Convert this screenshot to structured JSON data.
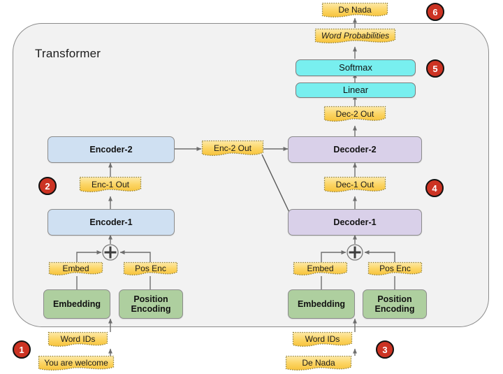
{
  "diagram": {
    "title": "Transformer",
    "container_fill": "#f2f2f2",
    "accent_badge": "#cc3323"
  },
  "nodes": {
    "encoder1": "Encoder-1",
    "encoder2": "Encoder-2",
    "decoder1": "Decoder-1",
    "decoder2": "Decoder-2",
    "linear": "Linear",
    "softmax": "Softmax",
    "enc_embedding": "Embedding",
    "enc_posenc": "Position\nEncoding",
    "dec_embedding": "Embedding",
    "dec_posenc": "Position\nEncoding"
  },
  "chips": {
    "src_sentence": "You are welcome",
    "src_word_ids": "Word IDs",
    "enc_embed": "Embed",
    "enc_pos_enc": "Pos Enc",
    "enc1_out": "Enc-1 Out",
    "enc2_out": "Enc-2 Out",
    "tgt_sentence": "De Nada",
    "tgt_word_ids": "Word IDs",
    "dec_embed": "Embed",
    "dec_pos_enc": "Pos Enc",
    "dec1_out": "Dec-1 Out",
    "dec2_out": "Dec-2 Out",
    "word_probabilities": "Word Probabilities",
    "output_sentence": "De Nada"
  },
  "badges": {
    "b1": "1",
    "b2": "2",
    "b3": "3",
    "b4": "4",
    "b5": "5",
    "b6": "6"
  },
  "colors": {
    "encoder": "#cfe0f2",
    "decoder": "#d9d0e9",
    "embedding": "#aecf9f",
    "head": "#78efef",
    "chip": "#fcd667",
    "badge": "#cc3323"
  }
}
